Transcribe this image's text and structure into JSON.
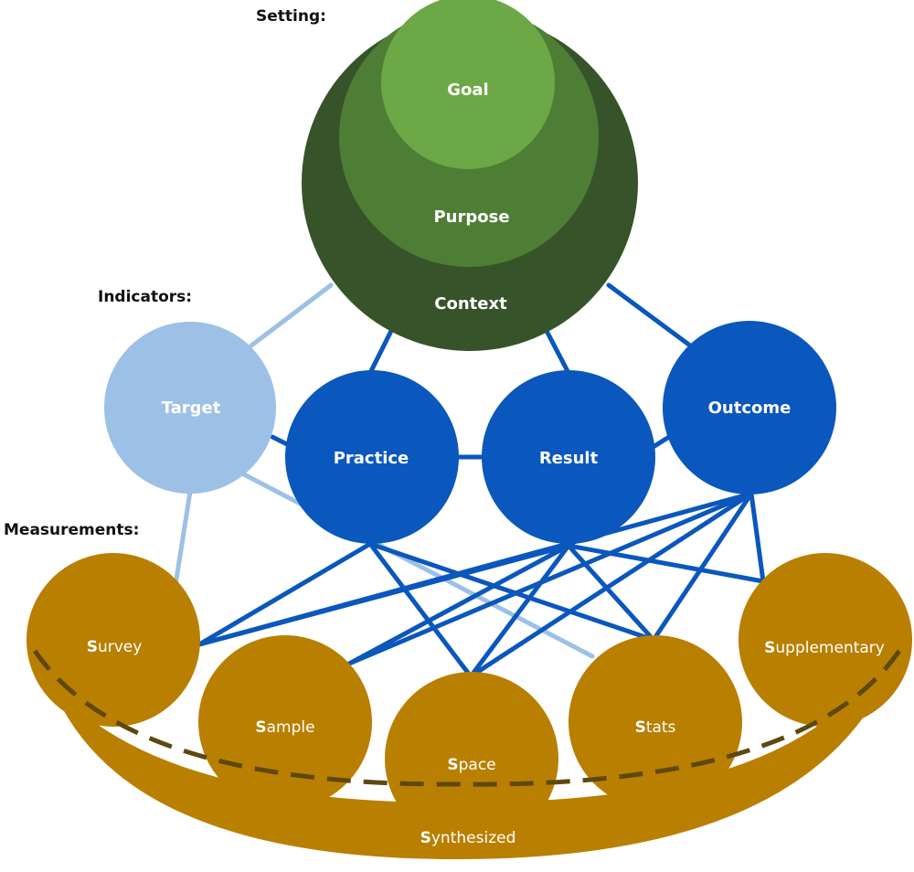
{
  "sections": {
    "setting": "Setting:",
    "indicators": "Indicators:",
    "measurements": "Measurements:"
  },
  "setting": {
    "goal": "Goal",
    "purpose": "Purpose",
    "context": "Context"
  },
  "indicators": {
    "target": "Target",
    "practice": "Practice",
    "result": "Result",
    "outcome": "Outcome"
  },
  "measurements": {
    "survey": {
      "initial": "S",
      "rest": "urvey"
    },
    "sample": {
      "initial": "S",
      "rest": "ample"
    },
    "space": {
      "initial": "S",
      "rest": "pace"
    },
    "stats": {
      "initial": "S",
      "rest": "tats"
    },
    "supplementary": {
      "initial": "S",
      "rest": "upplementary"
    },
    "synthesized": {
      "initial": "S",
      "rest": "ynthesized"
    }
  },
  "colors": {
    "context": "#36532A",
    "purpose": "#4E7E35",
    "goal": "#6CA846",
    "target": "#9DC0E6",
    "indicator": "#0A57BD",
    "link_light": "#9DC0E6",
    "link_dark": "#0A57BD",
    "measurement": "#B97F00",
    "dash": "#5E4810"
  }
}
